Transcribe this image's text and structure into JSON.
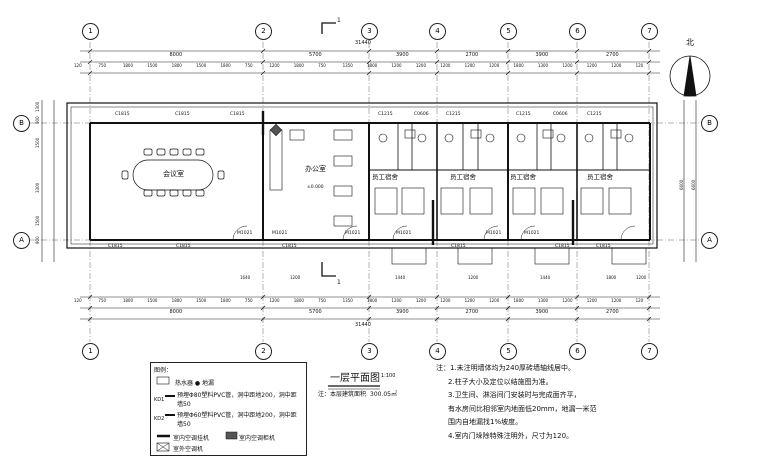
{
  "axes_top": [
    "1",
    "2",
    "3",
    "4",
    "5",
    "6",
    "7"
  ],
  "axes_bottom": [
    "1",
    "2",
    "3",
    "4",
    "5",
    "6",
    "7"
  ],
  "row_axes": [
    "B",
    "A"
  ],
  "dims": {
    "total": "31440",
    "overall_bays": [
      "8000",
      "5700",
      "3900",
      "2700",
      "3900",
      "2700"
    ],
    "sub_top": [
      "120",
      "750",
      "1800",
      "1500",
      "1800",
      "1500",
      "1800",
      "750",
      "1200",
      "1800",
      "750",
      "1350",
      "1800",
      "1200",
      "1200",
      "1200",
      "1200",
      "1200",
      "1800",
      "1300",
      "1200",
      "1200",
      "1200",
      "120"
    ],
    "left_side": [
      "1300",
      "900",
      "1500",
      "3300",
      "1500",
      "900"
    ],
    "right_side": [
      "6600"
    ],
    "bottom_small": [
      "1640",
      "1200",
      "1440",
      "1200",
      "1440",
      "1800",
      "1200"
    ]
  },
  "windows_top": [
    "C1815",
    "C1815",
    "C1815",
    "C1215",
    "C0606",
    "C1215",
    "C1215",
    "C0606",
    "C1215"
  ],
  "windows_bottom": [
    "C1815",
    "C1815",
    "C1815",
    "C1815",
    "C1815",
    "C1815"
  ],
  "doors": [
    "M1021",
    "M1021",
    "M1021",
    "M1021",
    "M1021",
    "M1021"
  ],
  "rooms": {
    "meeting": "会议室",
    "office": "办公室",
    "office_level": "±0.000",
    "dorm": [
      "员工宿舍",
      "员工宿舍",
      "员工宿舍",
      "员工宿舍"
    ]
  },
  "section_marks": [
    "1",
    "1"
  ],
  "north": "北",
  "title": "一层平面图",
  "scale": "1:100",
  "title_note": "注：本层建筑面积",
  "area": "300.05㎡",
  "legend": {
    "title": "图例：",
    "items": [
      "热水器  ● 地漏",
      "预埋Φ80塑料PVC管，洞中距地200，洞中距墙50",
      "预埋Φ60塑料PVC管，洞中距地200，洞中距墙50",
      "室内空调挂机",
      "室内空调柜机",
      "室外空调机"
    ],
    "codes": [
      "KD1",
      "KD2"
    ]
  },
  "notes": [
    "注：1.未注明墙体均为240厚砖墙轴线居中。",
    "2.柱子大小及定位以结施图为准。",
    "3.卫生间、淋浴间门安装时与完成面齐平，",
    "有水房间比相邻室内地面低20mm，地漏一米范",
    "围内自地漏找1%坡度。",
    "4.室内门垛除特殊注明外，尺寸为120。"
  ]
}
